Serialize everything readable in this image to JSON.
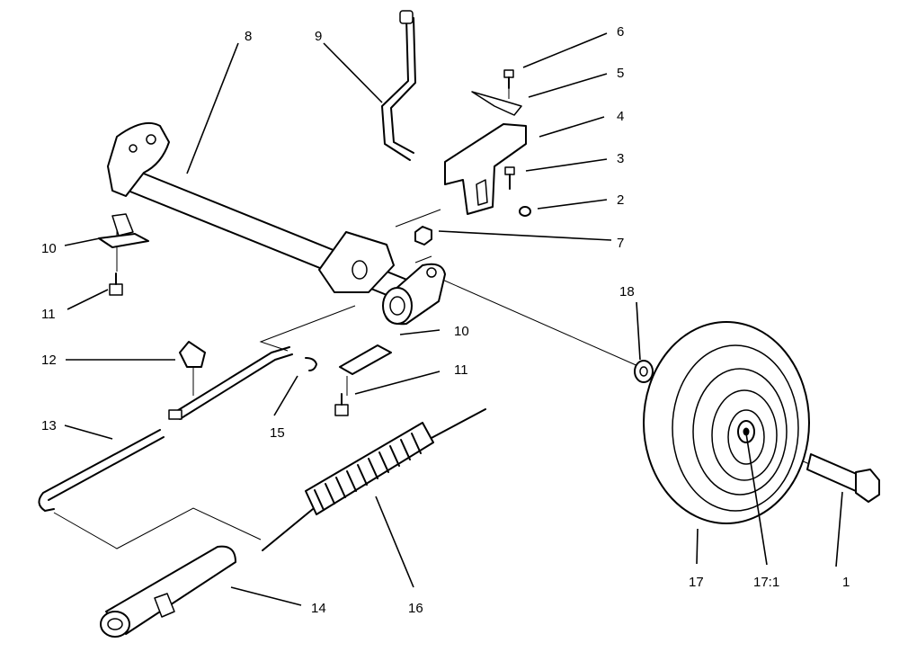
{
  "callouts": {
    "c1": "1",
    "c2": "2",
    "c3": "3",
    "c4": "4",
    "c5": "5",
    "c6": "6",
    "c7": "7",
    "c8": "8",
    "c9": "9",
    "c10a": "10",
    "c10b": "10",
    "c11a": "11",
    "c11b": "11",
    "c12": "12",
    "c13": "13",
    "c14": "14",
    "c15": "15",
    "c16": "16",
    "c17": "17",
    "c17_1": "17:1",
    "c18": "18"
  }
}
